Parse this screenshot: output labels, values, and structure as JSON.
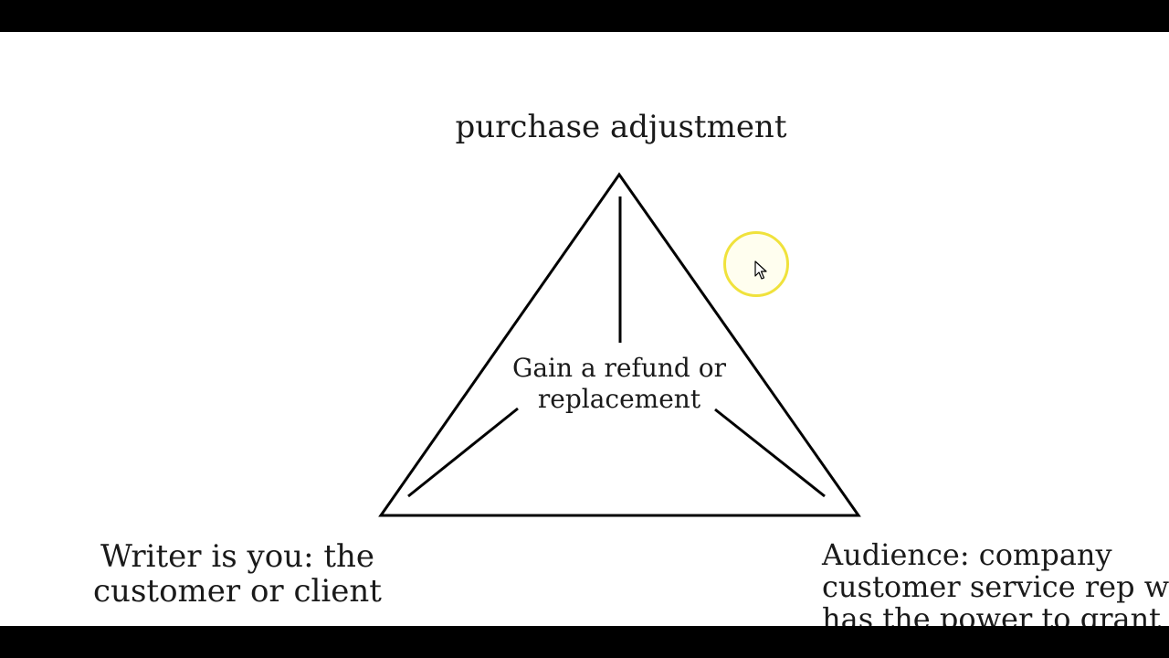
{
  "diagram": {
    "top_label": "purchase adjustment",
    "center_label_line1": "Gain a refund or",
    "center_label_line2": "replacement",
    "left_label_line1": "Writer is you: the",
    "left_label_line2": "customer or client",
    "right_label_line1": "Audience: company",
    "right_label_line2": "customer service rep w",
    "right_label_line3": "has the power to grant y"
  },
  "icons": {
    "cursor": "mouse-pointer-icon",
    "highlight": "cursor-highlight-ring"
  },
  "colors": {
    "background": "#ffffff",
    "line": "#000000",
    "text": "#1a1a1a",
    "highlight": "#f0e23c",
    "letterbox": "#000000"
  }
}
